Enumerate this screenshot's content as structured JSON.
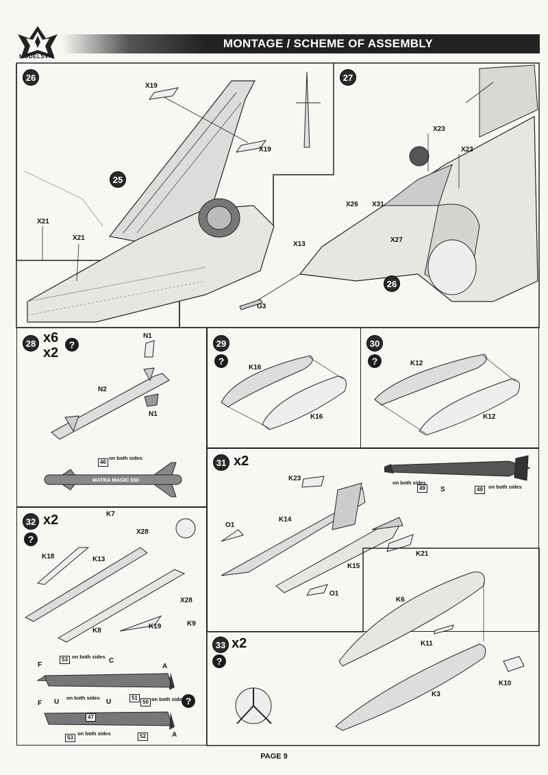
{
  "brand": {
    "name": "MODELSVIT"
  },
  "header": {
    "title": "MONTAGE / SCHEME OF ASSEMBLY"
  },
  "page": {
    "number": "PAGE 9"
  },
  "common": {
    "on_both_sides": "on both sides",
    "question": "?"
  },
  "steps": {
    "s26": {
      "num": "26",
      "sub_ref": "25",
      "parts": [
        "X19",
        "X19",
        "X21",
        "X21"
      ]
    },
    "s27": {
      "num": "27",
      "sub_ref": "26",
      "parts": [
        "X23",
        "X23",
        "X26",
        "X31",
        "X27",
        "X13",
        "G3"
      ]
    },
    "s28": {
      "num": "28",
      "mult_a": "x6",
      "mult_b": "x2",
      "parts": [
        "N1",
        "N2",
        "N1"
      ],
      "decal": "46",
      "marking": "MATRA MAGIC 550"
    },
    "s29": {
      "num": "29",
      "parts": [
        "K16",
        "K16"
      ]
    },
    "s30": {
      "num": "30",
      "parts": [
        "K12",
        "K12"
      ]
    },
    "s31": {
      "num": "31",
      "mult": "x2",
      "parts": [
        "K23",
        "K14",
        "O1",
        "K15",
        "K21",
        "O1"
      ],
      "decal_a": "49",
      "paint": "S",
      "decal_b": "49"
    },
    "s32": {
      "num": "32",
      "mult": "x2",
      "parts": [
        "K7",
        "X28",
        "K18",
        "K13",
        "X28",
        "K8",
        "K19",
        "K9"
      ],
      "paints": [
        "F",
        "C",
        "A",
        "F",
        "U",
        "A"
      ],
      "decals": [
        "53",
        "51",
        "50",
        "47",
        "53",
        "52"
      ]
    },
    "s33": {
      "num": "33",
      "mult": "x2",
      "parts": [
        "K6",
        "K11",
        "K10",
        "K3"
      ]
    }
  }
}
